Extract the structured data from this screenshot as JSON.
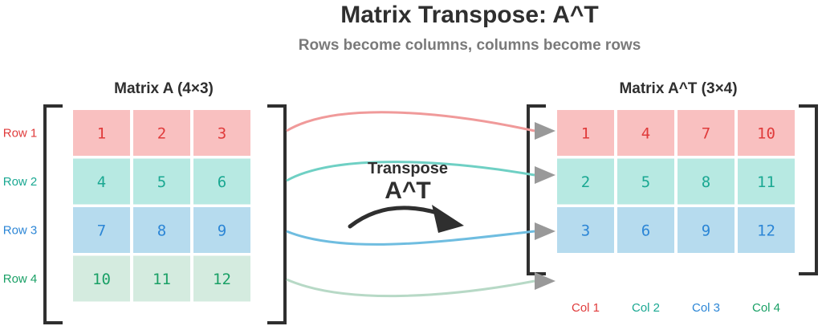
{
  "title": "Matrix Transpose: A^T",
  "subtitle": "Rows become columns, columns become rows",
  "matrix_a": {
    "label": "Matrix A (4×3)",
    "rows": [
      [
        1,
        2,
        3
      ],
      [
        4,
        5,
        6
      ],
      [
        7,
        8,
        9
      ],
      [
        10,
        11,
        12
      ]
    ],
    "row_labels": [
      "Row 1",
      "Row 2",
      "Row 3",
      "Row 4"
    ]
  },
  "matrix_at": {
    "label": "Matrix A^T (3×4)",
    "rows": [
      [
        1,
        4,
        7,
        10
      ],
      [
        2,
        5,
        8,
        11
      ],
      [
        3,
        6,
        9,
        12
      ]
    ],
    "col_labels": [
      "Col 1",
      "Col 2",
      "Col 3",
      "Col 4"
    ]
  },
  "operation": {
    "label": "Transpose",
    "symbol": "A^T"
  },
  "colors": {
    "row1": {
      "fill": "#f9c0c0",
      "text": "#e03b3b"
    },
    "row2": {
      "fill": "#b7e9e2",
      "text": "#1aa892"
    },
    "row3": {
      "fill": "#b6dbee",
      "text": "#2c86d6"
    },
    "row4": {
      "fill": "#d4ebdf",
      "text": "#1aa066"
    },
    "bracket": "#2f2f2f",
    "arrowhead": "#999999"
  }
}
